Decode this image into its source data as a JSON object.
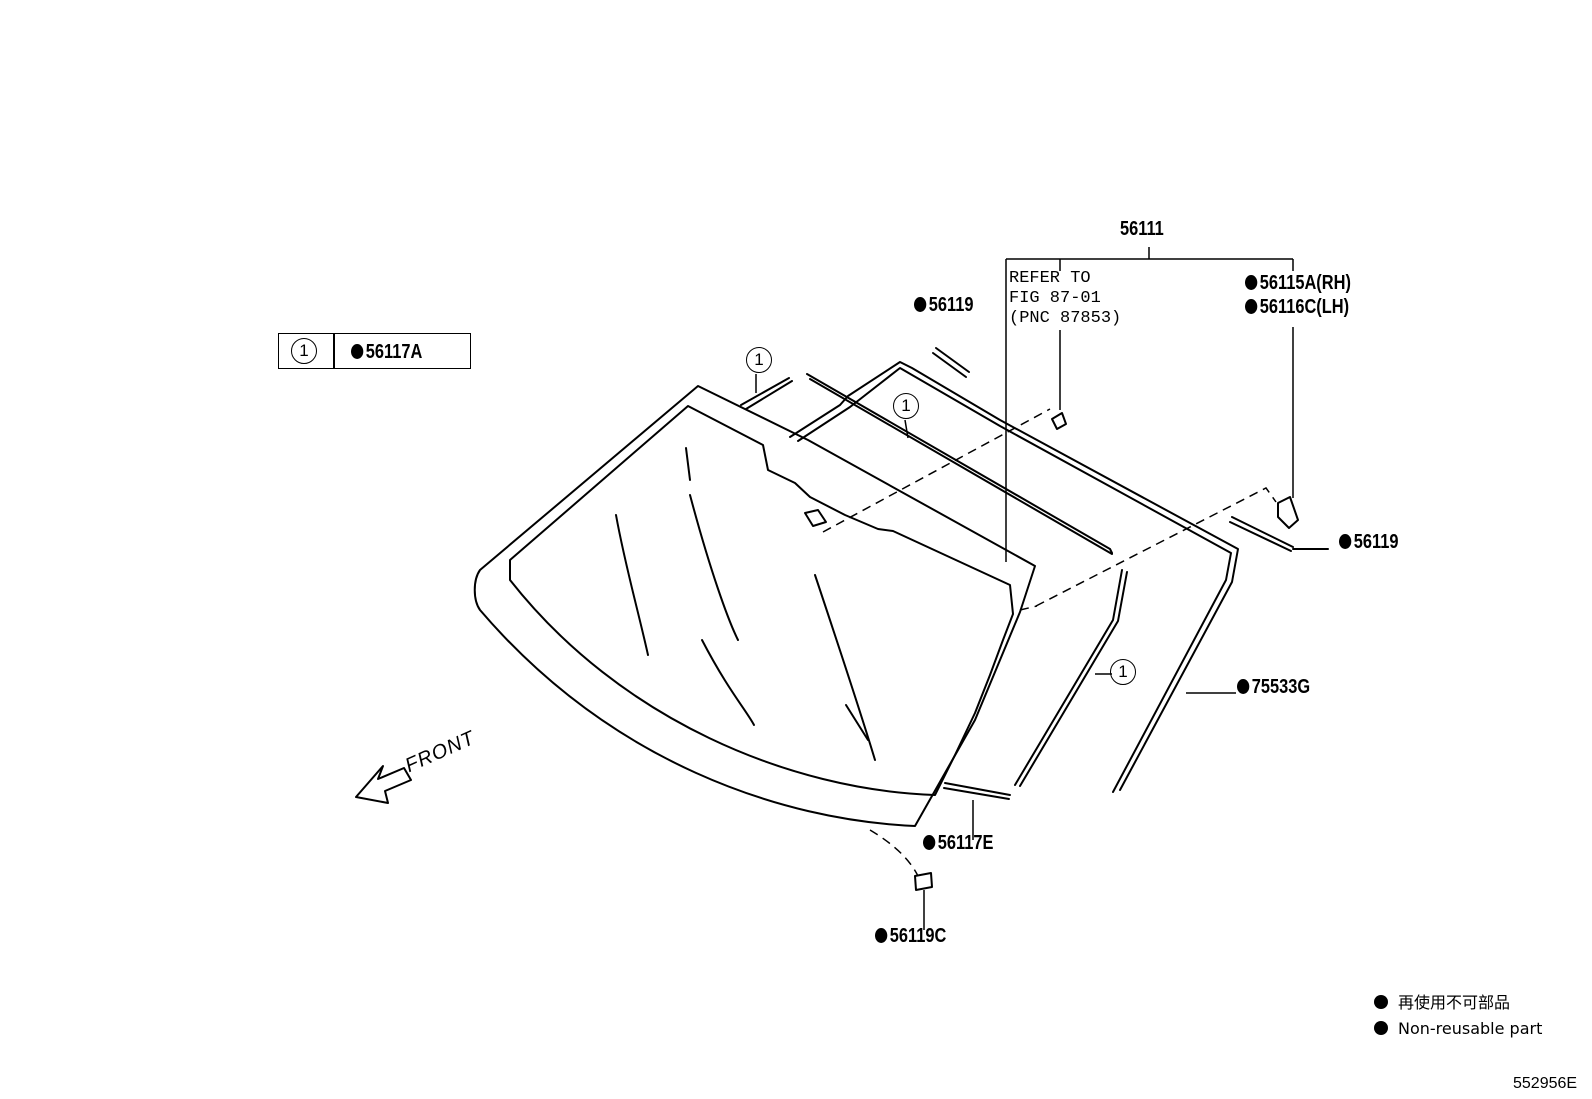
{
  "key": {
    "symbol": "1",
    "part": "56117A"
  },
  "callouts": {
    "assembly": "56111",
    "refer_line1": "REFER TO",
    "refer_line2": "FIG 87-01",
    "refer_line3": "(PNC 87853)",
    "rh": "56115A(RH)",
    "lh": "56116C(LH)",
    "top_left": "56119",
    "right": "56119",
    "side_molding": "75533G",
    "lower": "56117E",
    "bottom": "56119C",
    "marker1": "1",
    "marker2": "1",
    "marker3": "1"
  },
  "front_label": "FRONT",
  "legend": {
    "jp": "再使用不可部品",
    "en": "Non-reusable part"
  },
  "figure_id": "552956E",
  "icons": {
    "bullet": "filled-circle-icon",
    "front": "front-arrow-icon",
    "marker": "circled-number-icon"
  }
}
